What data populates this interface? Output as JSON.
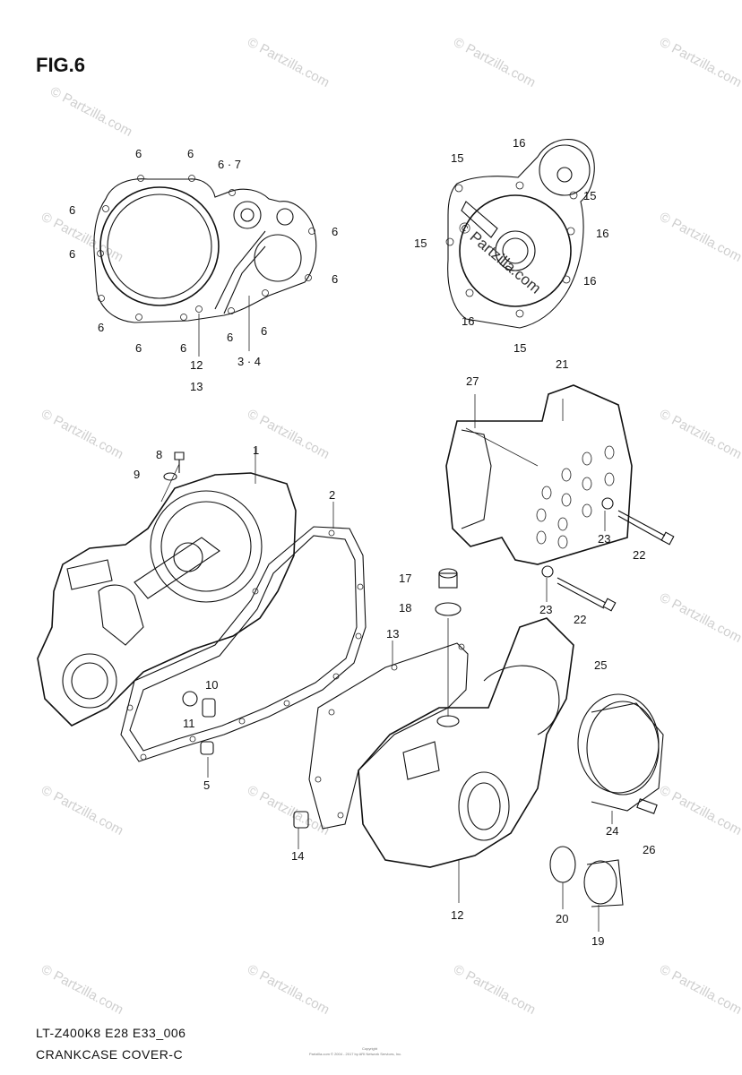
{
  "figure": {
    "title": "FIG.6",
    "code": "LT-Z400K8 E28 E33_006",
    "caption": "CRANKCASE COVER-C",
    "copyright_line1": "Copyright",
    "copyright_line2": "Partzilla.com © 2004 - 2017 by ARI Network Services, Inc.",
    "watermark": "© Partzilla.com",
    "center_watermark": "© Partzilla.com"
  },
  "callouts": {
    "c6a": "6",
    "c6b": "6",
    "c67": "6 · 7",
    "c6c": "6",
    "c6d": "6",
    "c6e": "6",
    "c6f": "6",
    "c6g": "6",
    "c6h": "6",
    "c6i": "6",
    "c6j": "6",
    "c6k": "6",
    "c12a": "12",
    "c13a": "13",
    "c34": "3 · 4",
    "c15a": "15",
    "c16a": "16",
    "c15b": "15",
    "c15c": "15",
    "c16b": "16",
    "c16c": "16",
    "c16d": "16",
    "c15d": "15",
    "c21": "21",
    "c27": "27",
    "c23a": "23",
    "c22a": "22",
    "c23b": "23",
    "c22b": "22",
    "c8": "8",
    "c9": "9",
    "c1": "1",
    "c2": "2",
    "c10": "10",
    "c11": "11",
    "c5": "5",
    "c17": "17",
    "c18": "18",
    "c13b": "13",
    "c25": "25",
    "c24": "24",
    "c26": "26",
    "c14": "14",
    "c12b": "12",
    "c20": "20",
    "c19": "19"
  }
}
